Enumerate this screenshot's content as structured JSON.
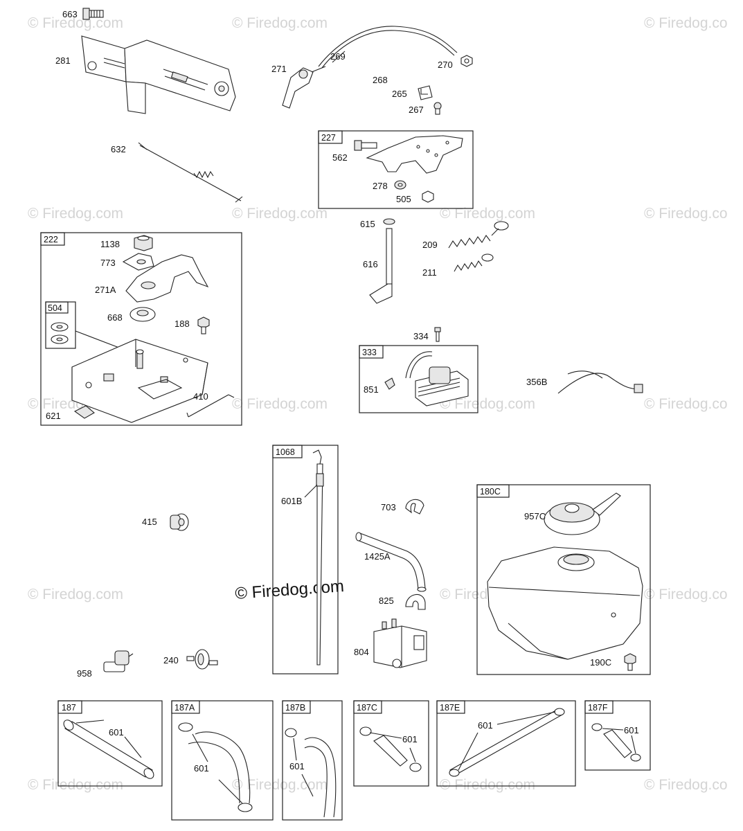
{
  "watermarks": [
    "© Firedog.com",
    "© Firedog.com",
    "© Firedog.co",
    "© Firedog.com",
    "© Firedog.com",
    "© Firedog.com",
    "© Firedog.co",
    "© Firedog.com",
    "© Firedog.com",
    "© Firedog.com",
    "© Firedog.co",
    "© Firedog.com",
    "© Firedog.com",
    "© Firedog.co",
    "© Firedog.com",
    "© Firedog.com",
    "© Firedog.com",
    "© Firedog.co"
  ],
  "center_watermark": "© Firedog.com",
  "boxes": {
    "b227": "227",
    "b222": "222",
    "b504": "504",
    "b333": "333",
    "b1068": "1068",
    "b180c": "180C",
    "b187": "187",
    "b187a": "187A",
    "b187b": "187B",
    "b187c": "187C",
    "b187e": "187E",
    "b187f": "187F"
  },
  "parts": {
    "p663": "663",
    "p281": "281",
    "p271": "271",
    "p269": "269",
    "p268": "268",
    "p270": "270",
    "p265": "265",
    "p267": "267",
    "p632": "632",
    "p562": "562",
    "p278": "278",
    "p505": "505",
    "p615": "615",
    "p616": "616",
    "p209": "209",
    "p211": "211",
    "p1138": "1138",
    "p773": "773",
    "p271a": "271A",
    "p668": "668",
    "p188": "188",
    "p410": "410",
    "p621": "621",
    "p334": "334",
    "p851": "851",
    "p356b": "356B",
    "p601b": "601B",
    "p703": "703",
    "p1425a": "1425A",
    "p825": "825",
    "p804": "804",
    "p415": "415",
    "p958": "958",
    "p240": "240",
    "p957c": "957C",
    "p190c": "190C",
    "p601_187": "601",
    "p601_187a": "601",
    "p601_187b": "601",
    "p601_187c": "601",
    "p601_187e": "601",
    "p601_187f": "601"
  }
}
